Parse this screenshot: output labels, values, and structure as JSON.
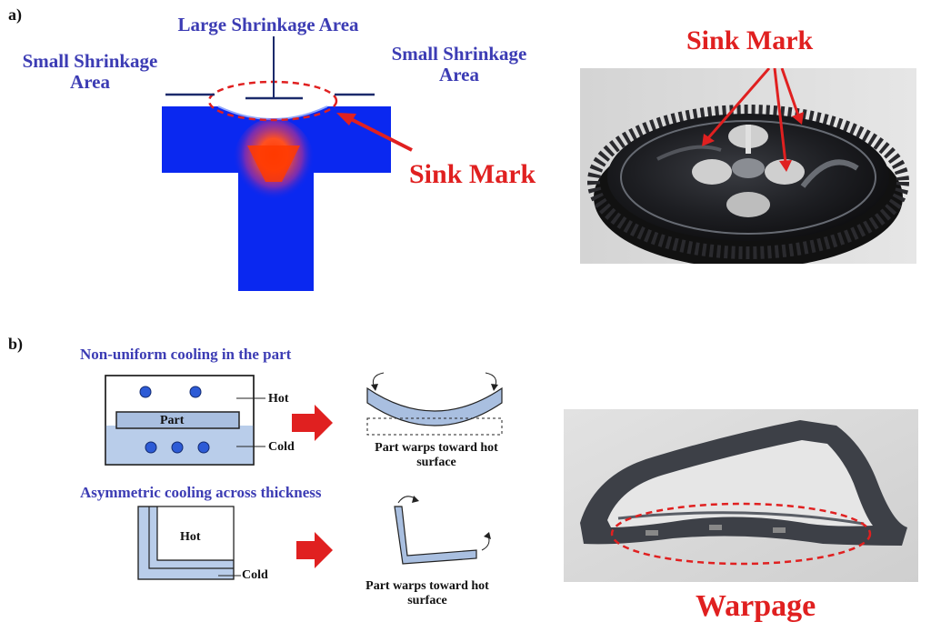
{
  "panel_a": {
    "label": "a)",
    "large_shrinkage": "Large Shrinkage Area",
    "small_shrinkage_left": "Small Shrinkage Area",
    "small_shrinkage_right": "Small Shrinkage Area",
    "sink_mark_diagram": "Sink Mark",
    "sink_mark_photo": "Sink Mark"
  },
  "panel_b": {
    "label": "b)",
    "nonuniform_title": "Non-uniform cooling in the part",
    "part_label": "Part",
    "hot_label": "Hot",
    "cold_label": "Cold",
    "warp_caption_1": "Part warps toward hot surface",
    "asymmetric_title": "Asymmetric cooling across thickness",
    "hot_label_2": "Hot",
    "cold_label_2": "Cold",
    "warp_caption_2": "Part warps toward hot surface",
    "warpage_label": "Warpage"
  },
  "colors": {
    "blue_part": "#0a28f0",
    "label_blue": "#3c3cb4",
    "accent_red": "#e02020",
    "light_blue": "#a9bfe0"
  }
}
